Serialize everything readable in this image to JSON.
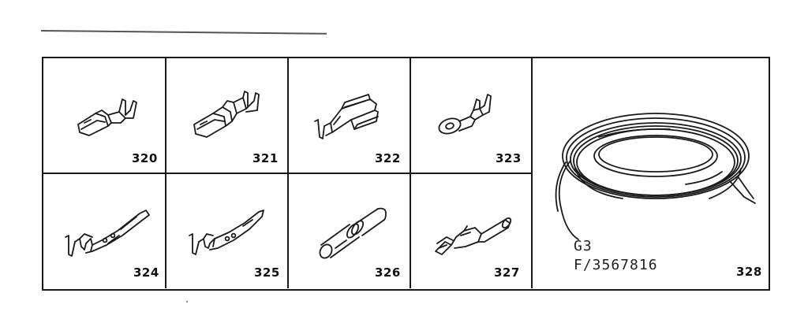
{
  "parts": [
    {
      "id": "320",
      "icon": "flat-receptacle-terminal-icon"
    },
    {
      "id": "321",
      "icon": "insulated-receptacle-terminal-icon"
    },
    {
      "id": "322",
      "icon": "flag-receptacle-terminal-icon"
    },
    {
      "id": "323",
      "icon": "ring-terminal-icon"
    },
    {
      "id": "324",
      "icon": "long-pin-terminal-icon"
    },
    {
      "id": "325",
      "icon": "short-pin-terminal-icon"
    },
    {
      "id": "326",
      "icon": "bullet-connector-icon"
    },
    {
      "id": "327",
      "icon": "bullet-pin-terminal-icon"
    },
    {
      "id": "328",
      "icon": "wire-coil-icon"
    }
  ],
  "wire": {
    "code": "G3",
    "part_number": "F/3567816"
  }
}
